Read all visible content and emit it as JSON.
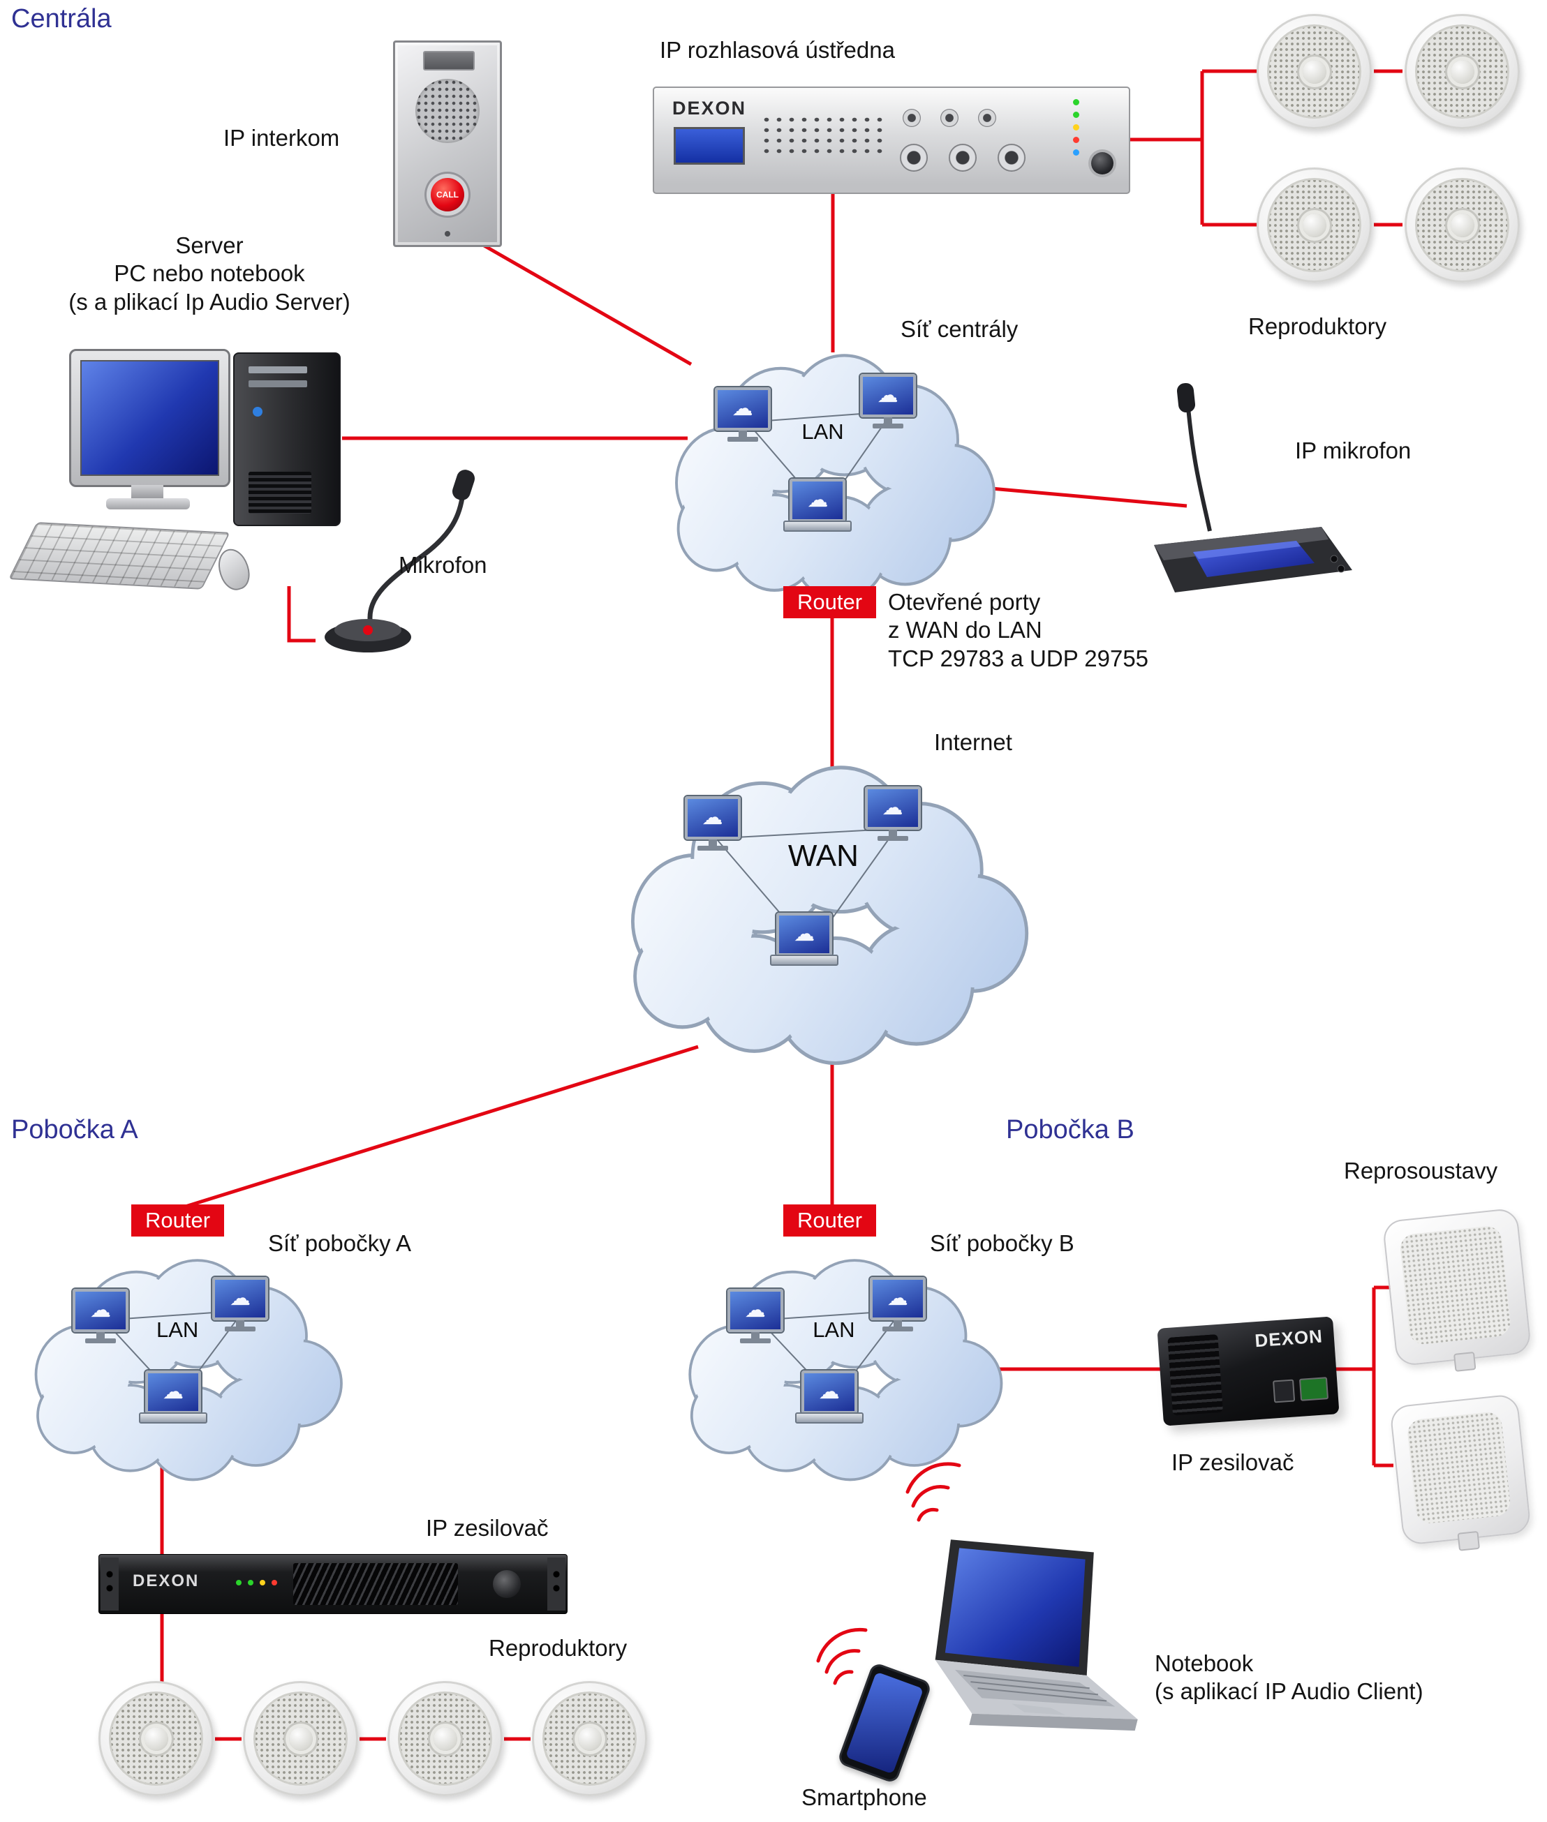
{
  "colors": {
    "accent_red": "#e30613",
    "heading_blue": "#2f3193"
  },
  "headings": {
    "centrala": "Centrála",
    "pobocka_a": "Pobočka A",
    "pobocka_b": "Pobočka B"
  },
  "network": {
    "router": "Router",
    "lan": "LAN",
    "wan": "WAN",
    "cloud_glyph": "☁"
  },
  "labels": {
    "ip_interkom": "IP interkom",
    "ip_ustredna": "IP rozhlasová ústředna",
    "reproduktory_top": "Reproduktory",
    "server1": "Server",
    "server2": "PC nebo notebook",
    "server3": "(s a plikací Ip Audio Server)",
    "sit_centraly": "Síť centrály",
    "mikrofon": "Mikrofon",
    "ip_mikrofon": "IP mikrofon",
    "porty1": "Otevřené porty",
    "porty2": "z WAN do LAN",
    "porty3": "TCP 29783 a UDP 29755",
    "internet": "Internet",
    "sit_pobocky_a": "Síť pobočky A",
    "sit_pobocky_b": "Síť pobočky B",
    "reprosoustavy": "Reprosoustavy",
    "ip_zesilovac_a": "IP zesilovač",
    "ip_zesilovac_b": "IP zesilovač",
    "reproduktory_bottom": "Reproduktory",
    "notebook1": "Notebook",
    "notebook2": "(s aplikací IP Audio Client)",
    "smartphone": "Smartphone"
  },
  "devices": {
    "brand": "DEXON",
    "intercom_call": "CALL"
  }
}
